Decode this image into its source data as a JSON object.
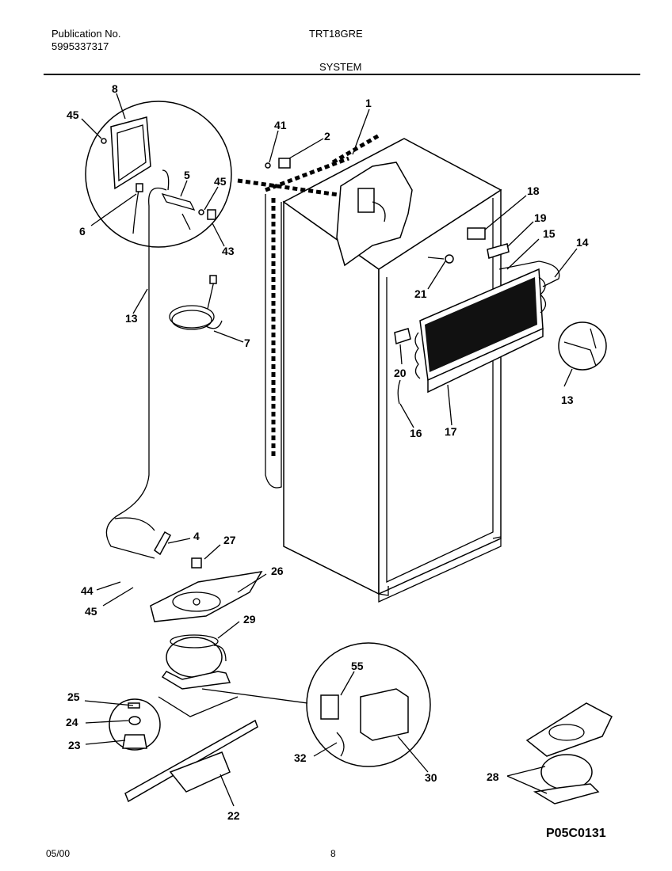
{
  "header": {
    "publication_label": "Publication No.",
    "publication_number": "5995337317",
    "model": "TRT18GRE",
    "section": "SYSTEM"
  },
  "footer": {
    "date": "05/00",
    "page": "8",
    "diagram_code": "P05C0131"
  },
  "callouts": {
    "c1": "1",
    "c2": "2",
    "c41": "41",
    "c8": "8",
    "c45a": "45",
    "c5": "5",
    "c45b": "45",
    "c6": "6",
    "c43": "43",
    "c13a": "13",
    "c7": "7",
    "c18": "18",
    "c19": "19",
    "c15": "15",
    "c14": "14",
    "c21": "21",
    "c20": "20",
    "c13b": "13",
    "c16": "16",
    "c17": "17",
    "c4": "4",
    "c27": "27",
    "c26": "26",
    "c44": "44",
    "c45c": "45",
    "c29": "29",
    "c55": "55",
    "c25": "25",
    "c24": "24",
    "c23": "23",
    "c32": "32",
    "c30": "30",
    "c28": "28",
    "c22": "22"
  }
}
